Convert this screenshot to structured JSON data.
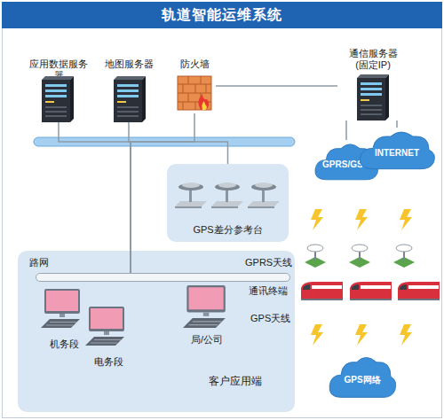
{
  "diagram": {
    "title": "轨道智能运维系统",
    "nodes": [
      {
        "text": [
          "应用数据服务器"
        ]
      },
      {
        "text": [
          "地图服务器"
        ]
      },
      {
        "text": [
          "防火墙"
        ]
      },
      {
        "text": [
          "通信服务器 (固定IP)"
        ]
      },
      {
        "text": [
          "GPRS/GSM"
        ]
      },
      {
        "text": [
          "INTERNET"
        ]
      },
      {
        "text": [
          "GPS差分参考台"
        ]
      },
      {
        "text": [
          "客户应用端"
        ]
      },
      {
        "text": [
          "路网"
        ],
        "in": 7
      },
      {
        "text": [
          "机务段"
        ],
        "in": 7
      },
      {
        "text": [
          "电务段"
        ],
        "in": 7
      },
      {
        "text": [
          "局/公司"
        ],
        "in": 7
      },
      {
        "text": [
          "GPS网络"
        ]
      }
    ],
    "edges": [
      {
        "from": 0,
        "to": 8,
        "arrow": "none"
      },
      {
        "from": 1,
        "to": 8,
        "arrow": "none"
      },
      {
        "from": 2,
        "to": 8,
        "arrow": "none"
      },
      {
        "from": 6,
        "to": 8,
        "arrow": "none"
      },
      {
        "from": 2,
        "to": 3,
        "arrow": "none"
      },
      {
        "from": 3,
        "to": 4,
        "arrow": "none"
      },
      {
        "from": 3,
        "to": 5,
        "arrow": "none"
      }
    ],
    "labels": [
      "GPRS天线",
      "通讯终端",
      "GPS天线"
    ]
  }
}
